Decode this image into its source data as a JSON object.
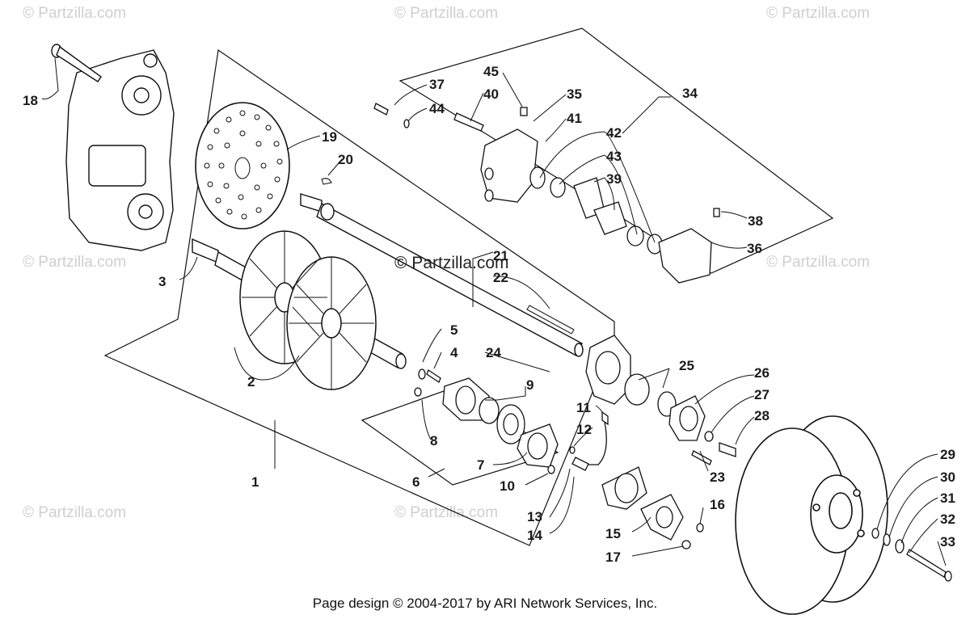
{
  "watermark": "© Partzilla.com",
  "center_watermark": "© Partzilla.com",
  "footer": "Page design © 2004-2017 by ARI Network Services, Inc.",
  "callouts": {
    "c1": "1",
    "c2": "2",
    "c3": "3",
    "c4": "4",
    "c5": "5",
    "c6": "6",
    "c7": "7",
    "c8": "8",
    "c9": "9",
    "c10": "10",
    "c11": "11",
    "c12": "12",
    "c13": "13",
    "c14": "14",
    "c15": "15",
    "c16": "16",
    "c17": "17",
    "c18": "18",
    "c19": "19",
    "c20": "20",
    "c21": "21",
    "c22": "22",
    "c23": "23",
    "c24": "24",
    "c25": "25",
    "c26": "26",
    "c27": "27",
    "c28": "28",
    "c29": "29",
    "c30": "30",
    "c31": "31",
    "c32": "32",
    "c33": "33",
    "c34": "34",
    "c35": "35",
    "c36": "36",
    "c37": "37",
    "c38": "38",
    "c39": "39",
    "c40": "40",
    "c41": "41",
    "c42": "42",
    "c43": "43",
    "c44": "44",
    "c45": "45"
  }
}
